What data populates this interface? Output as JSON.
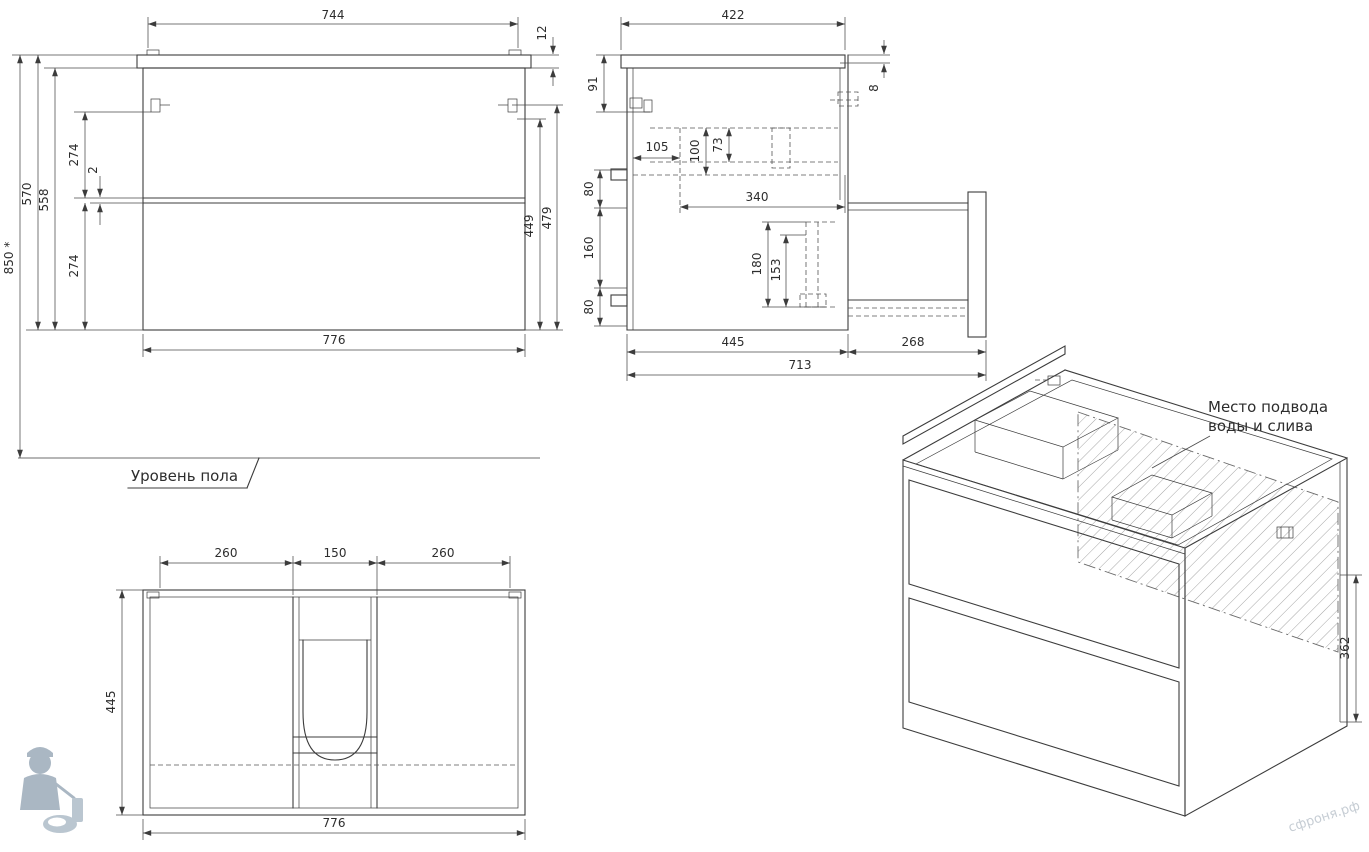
{
  "front_view": {
    "dim_744": "744",
    "dim_12": "12",
    "dim_850": "850 *",
    "dim_570": "570",
    "dim_558": "558",
    "dim_274_upper": "274",
    "dim_2": "2",
    "dim_274_lower": "274",
    "dim_449": "449",
    "dim_479": "479",
    "dim_776": "776",
    "floor_label": "Уровень пола"
  },
  "side_view": {
    "dim_422": "422",
    "dim_91": "91",
    "dim_8": "8",
    "dim_105": "105",
    "dim_100": "100",
    "dim_73": "73",
    "dim_340": "340",
    "dim_80_upper": "80",
    "dim_160": "160",
    "dim_80_lower": "80",
    "dim_180": "180",
    "dim_153": "153",
    "dim_445": "445",
    "dim_268": "268",
    "dim_713": "713"
  },
  "top_view": {
    "dim_260_left": "260",
    "dim_150": "150",
    "dim_260_right": "260",
    "dim_445": "445",
    "dim_776": "776"
  },
  "iso_view": {
    "note_line1": "Место подвода",
    "note_line2": "воды и слива",
    "dim_362": "362"
  },
  "watermark": "сфроня.рф"
}
